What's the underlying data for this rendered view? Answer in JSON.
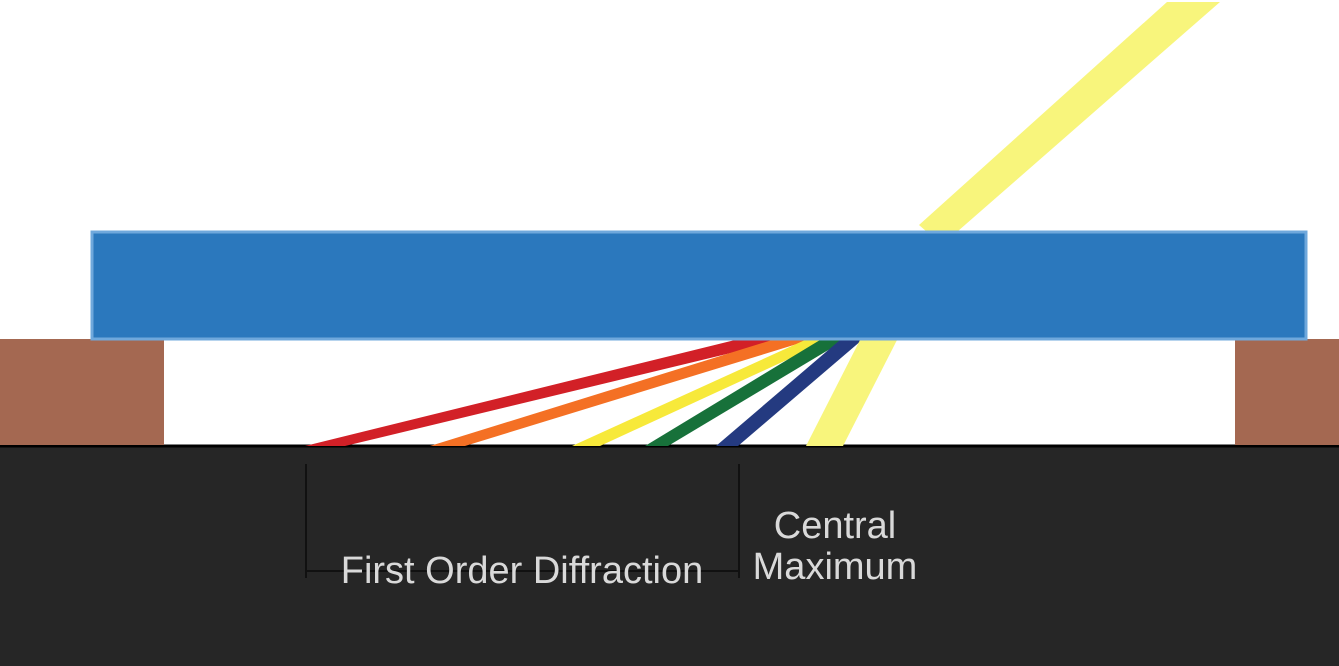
{
  "labels": {
    "first_order": "First Order Diffraction",
    "central_line1": "Central",
    "central_line2": "Maximum"
  },
  "colors": {
    "background": "#ffffff",
    "floor": "#262626",
    "grating": "#2b78bd",
    "grating_border": "#6fa8dc",
    "support": "#a46851",
    "incident_beam": "#f8f57c",
    "beam_red": "#d22027",
    "beam_orange": "#f47024",
    "beam_yellow": "#f7e93a",
    "beam_green": "#17713a",
    "beam_blue": "#243a80",
    "label_text": "#d9d9d9",
    "bracket": "#111111"
  },
  "icons": {
    "incident": "incident-light-beam",
    "grating": "diffraction-grating",
    "surface": "projection-surface"
  }
}
